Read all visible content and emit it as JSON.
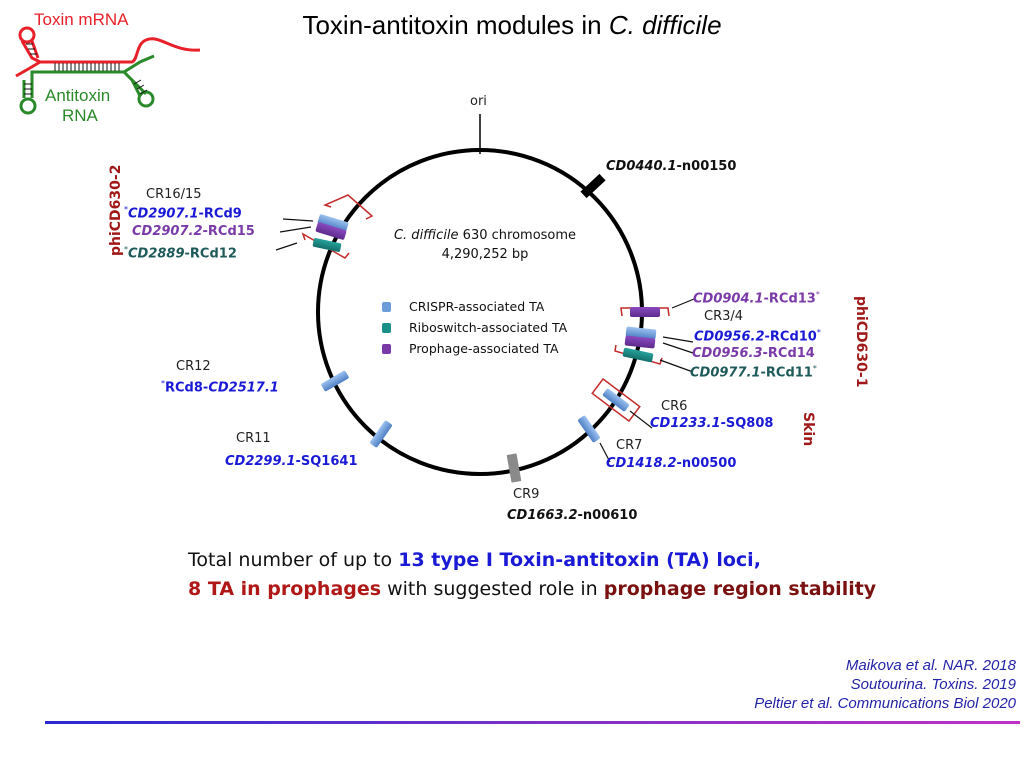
{
  "title": {
    "prefix": "Toxin-antitoxin modules in ",
    "species": "C. difficile"
  },
  "inset": {
    "toxin_label": "Toxin mRNA",
    "antitoxin_line1": "Antitoxin",
    "antitoxin_line2": "RNA"
  },
  "chromosome": {
    "name_species": "C. difficile",
    "name_rest": " 630 chromosome",
    "size": "4,290,252 bp",
    "ori_label": "ori"
  },
  "legend": [
    {
      "label": "CRISPR-associated TA",
      "color": "#6b9bd8"
    },
    {
      "label": "Riboswitch-associated TA",
      "color": "#1a8f8a"
    },
    {
      "label": "Prophage-associated TA",
      "color": "#7a3aa8"
    }
  ],
  "regions": {
    "phi2": "phiCD630-2",
    "phi1": "phiCD630-1",
    "skin": "Skin"
  },
  "loci": {
    "cd0440": {
      "gene": "CD0440.1",
      "rna": "-n00150"
    },
    "cr16_15": {
      "label": "CR16/15"
    },
    "cd2907_1": {
      "star": "*",
      "gene": "CD2907.1",
      "rna": "-RCd9"
    },
    "cd2907_2": {
      "gene": "CD2907.2",
      "rna": "-RCd15"
    },
    "cd2889": {
      "star": "*",
      "gene": "CD2889",
      "rna": "-RCd12"
    },
    "cd0904": {
      "gene": "CD0904.1",
      "rna": "-RCd13",
      "star": "*"
    },
    "cr3_4": {
      "label": "CR3/4"
    },
    "cd0956_2": {
      "gene": "CD0956.2",
      "rna": "-RCd10",
      "star": "*"
    },
    "cd0956_3": {
      "gene": "CD0956.3",
      "rna": "-RCd14"
    },
    "cd0977": {
      "gene": "CD0977.1",
      "rna": "-RCd11",
      "star": "*"
    },
    "cr12": {
      "label": "CR12",
      "star": "*",
      "rna": "RCd8-",
      "gene": "CD2517.1"
    },
    "cr11": {
      "label": "CR11",
      "gene": "CD2299.1",
      "rna": "-SQ1641"
    },
    "cr6": {
      "label": "CR6",
      "gene": "CD1233.1",
      "rna": "-SQ808"
    },
    "cr7": {
      "label": "CR7",
      "gene": "CD1418.2",
      "rna": "-n00500"
    },
    "cr9": {
      "label": "CR9",
      "gene": "CD1663.2",
      "rna": "-n00610"
    }
  },
  "summary": {
    "line1_plain": "Total number of up to ",
    "line1_bold": "13 type I Toxin-antitoxin (TA) loci,",
    "line2_bold_red": "8 TA in prophages",
    "line2_plain": " with suggested role in ",
    "line2_bold_dark": "prophage region stability"
  },
  "references": [
    "Maikova et al. NAR. 2018",
    "Soutourina. Toxins. 2019",
    "Peltier et al. Communications Biol 2020"
  ],
  "colors": {
    "crispr": "#6b9bd8",
    "riboswitch": "#1a8f8a",
    "prophage": "#7a3aa8",
    "region_red": "#a01818",
    "toxin": "#e8202a",
    "antitoxin": "#2a8a2a"
  }
}
